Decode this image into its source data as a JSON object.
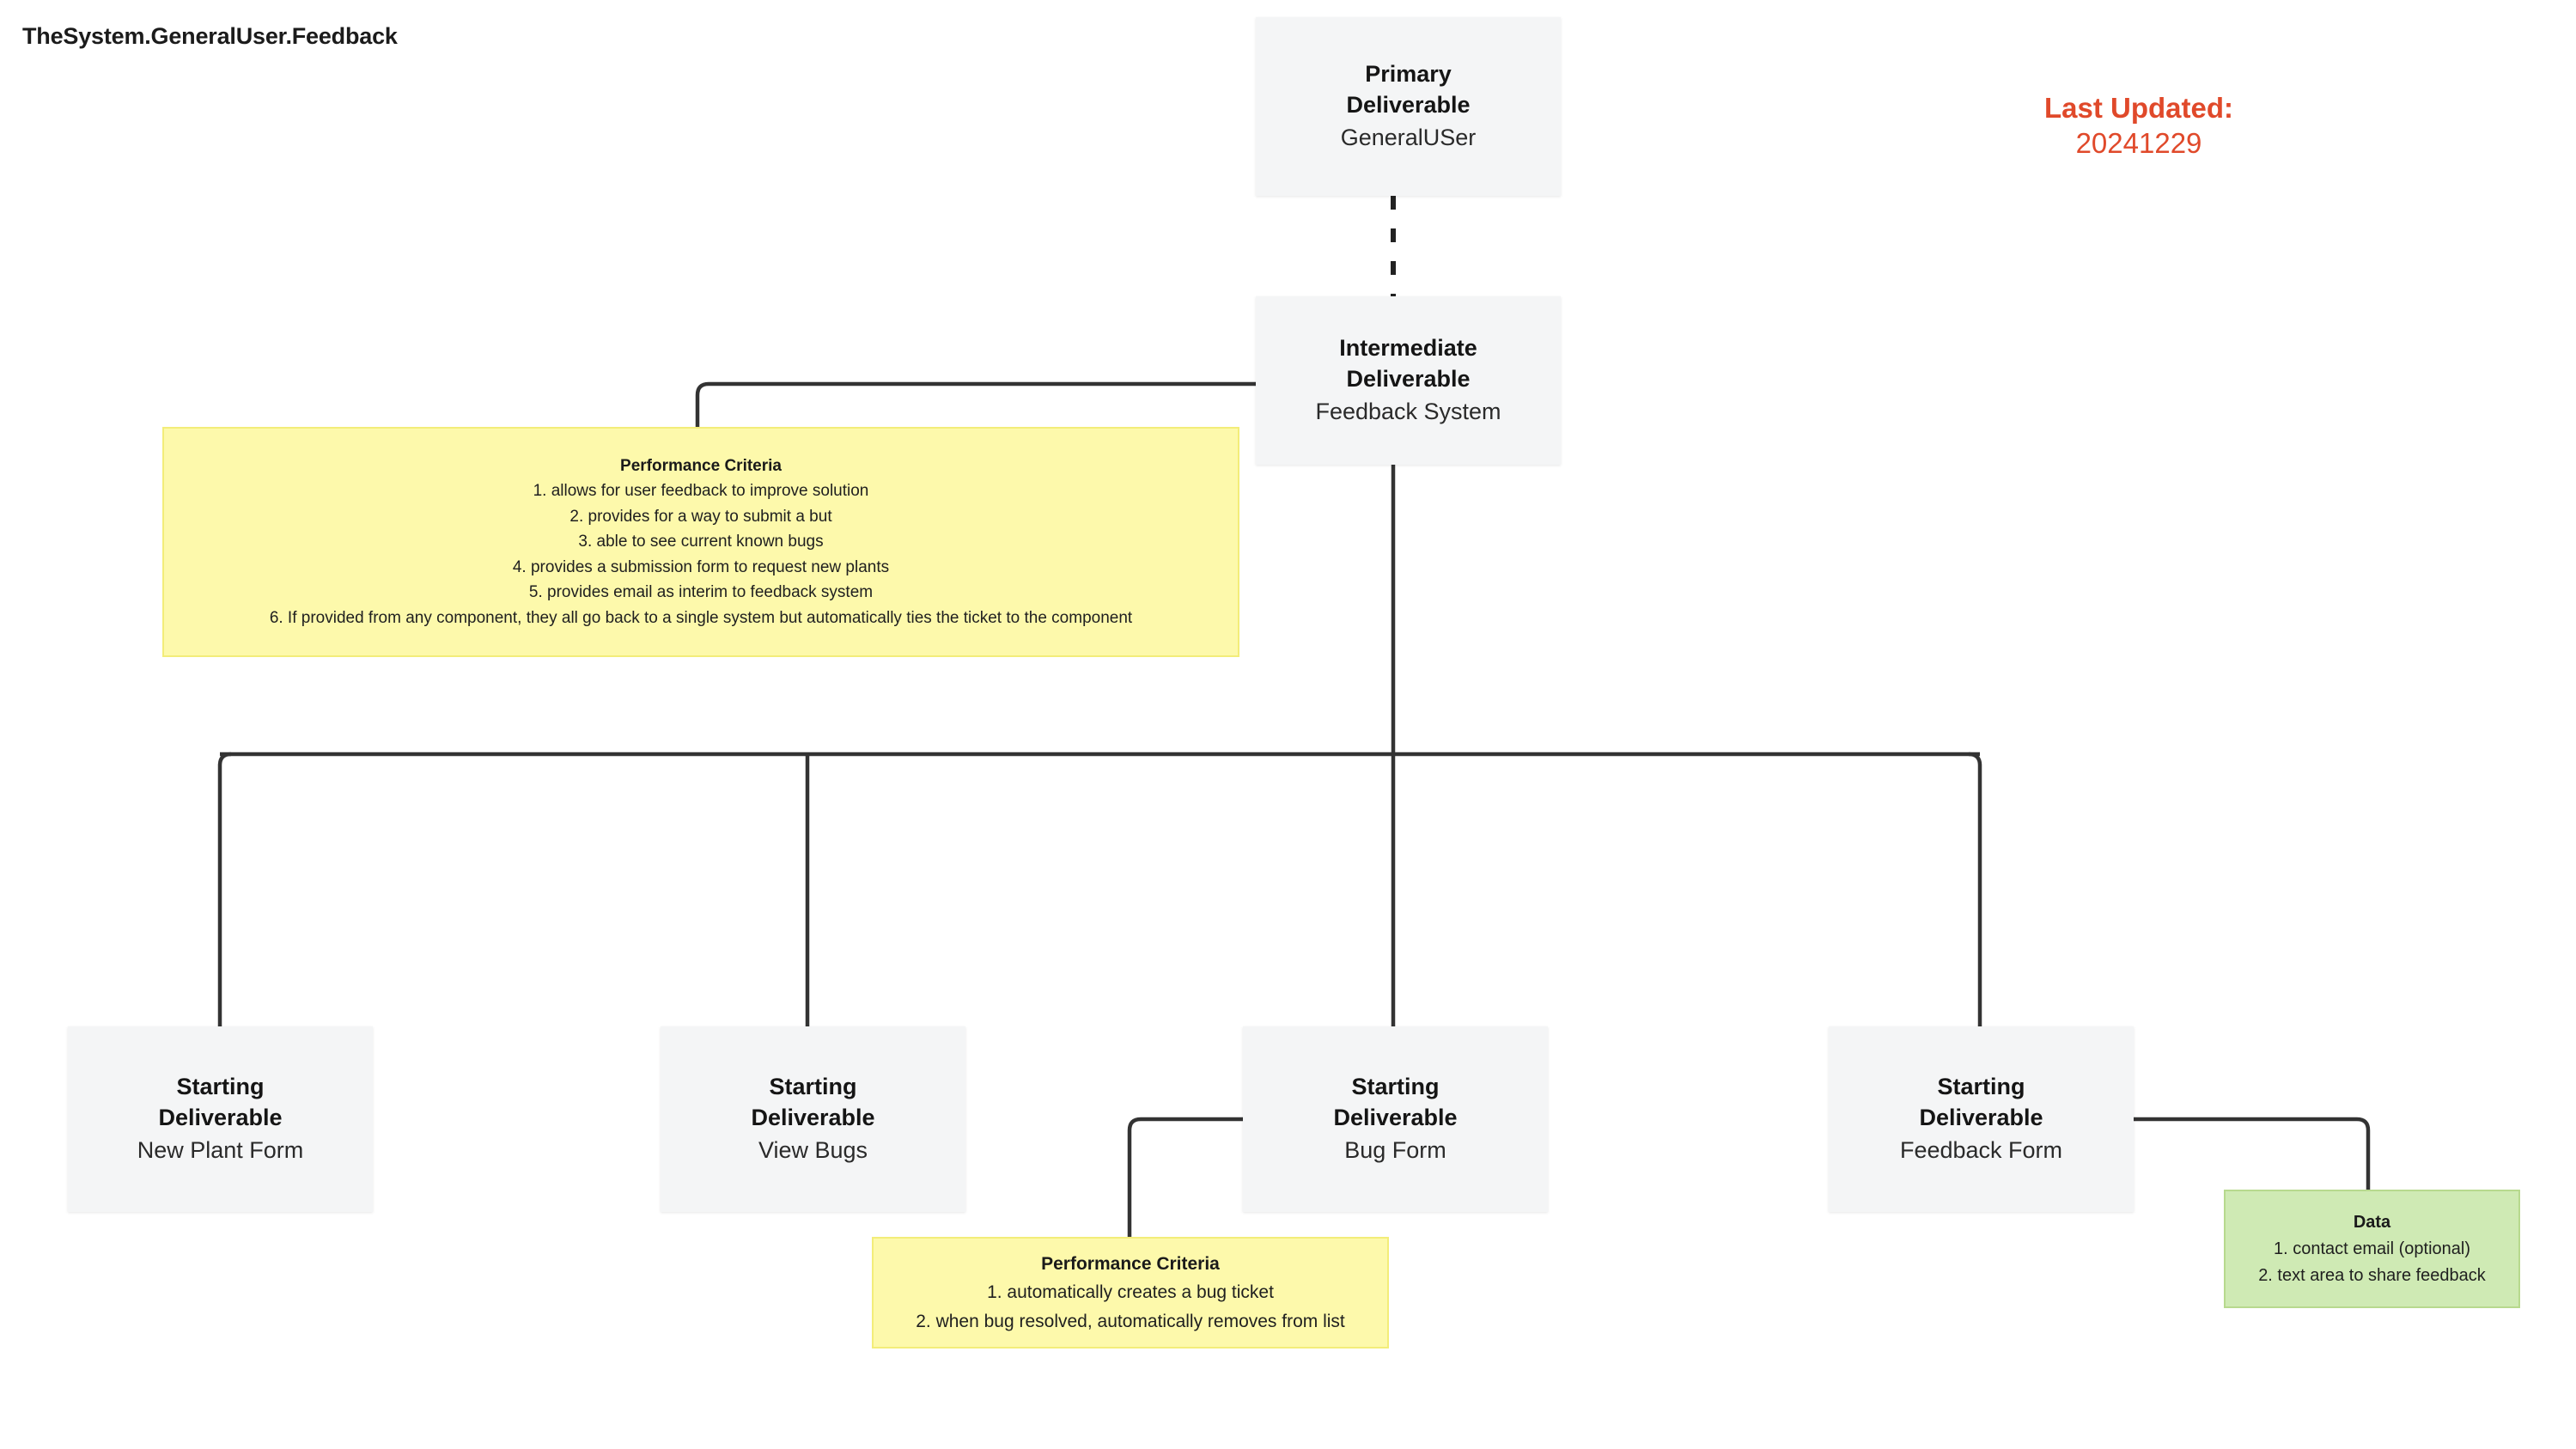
{
  "header": {
    "title": "TheSystem.GeneralUser.Feedback",
    "last_updated_label": "Last Updated:",
    "last_updated_value": "20241229",
    "accent_color": "#e0492a"
  },
  "colors": {
    "node_fill": "#f4f5f6",
    "criteria_fill": "#fdf9ab",
    "criteria_border": "#f3ed79",
    "data_fill": "#cfeab4",
    "data_border": "#b7d98e",
    "connector": "#333333"
  },
  "nodes": {
    "primary": {
      "kind": "Primary Deliverable",
      "name": "GeneralUSer"
    },
    "intermediate": {
      "kind": "Intermediate Deliverable",
      "name": "Feedback System"
    },
    "starting": [
      {
        "kind": "Starting Deliverable",
        "name": "New Plant Form"
      },
      {
        "kind": "Starting Deliverable",
        "name": "View Bugs"
      },
      {
        "kind": "Starting Deliverable",
        "name": "Bug Form"
      },
      {
        "kind": "Starting Deliverable",
        "name": "Feedback Form"
      }
    ]
  },
  "notes": {
    "system_criteria": {
      "title": "Performance Criteria",
      "lines": [
        "1. allows for user feedback to improve solution",
        "2. provides for a way to submit a but",
        "3. able to see current known bugs",
        "4. provides a submission form to request new plants",
        "5. provides email as interim to feedback system",
        "6. If provided from any component, they all go back to a single system but automatically ties the ticket to the component"
      ]
    },
    "bug_form_criteria": {
      "title": "Performance Criteria",
      "lines": [
        "1. automatically creates a bug ticket",
        "2. when bug resolved, automatically removes from list"
      ]
    },
    "feedback_form_data": {
      "title": "Data",
      "lines": [
        "1. contact email (optional)",
        "2. text area to share feedback"
      ]
    }
  }
}
